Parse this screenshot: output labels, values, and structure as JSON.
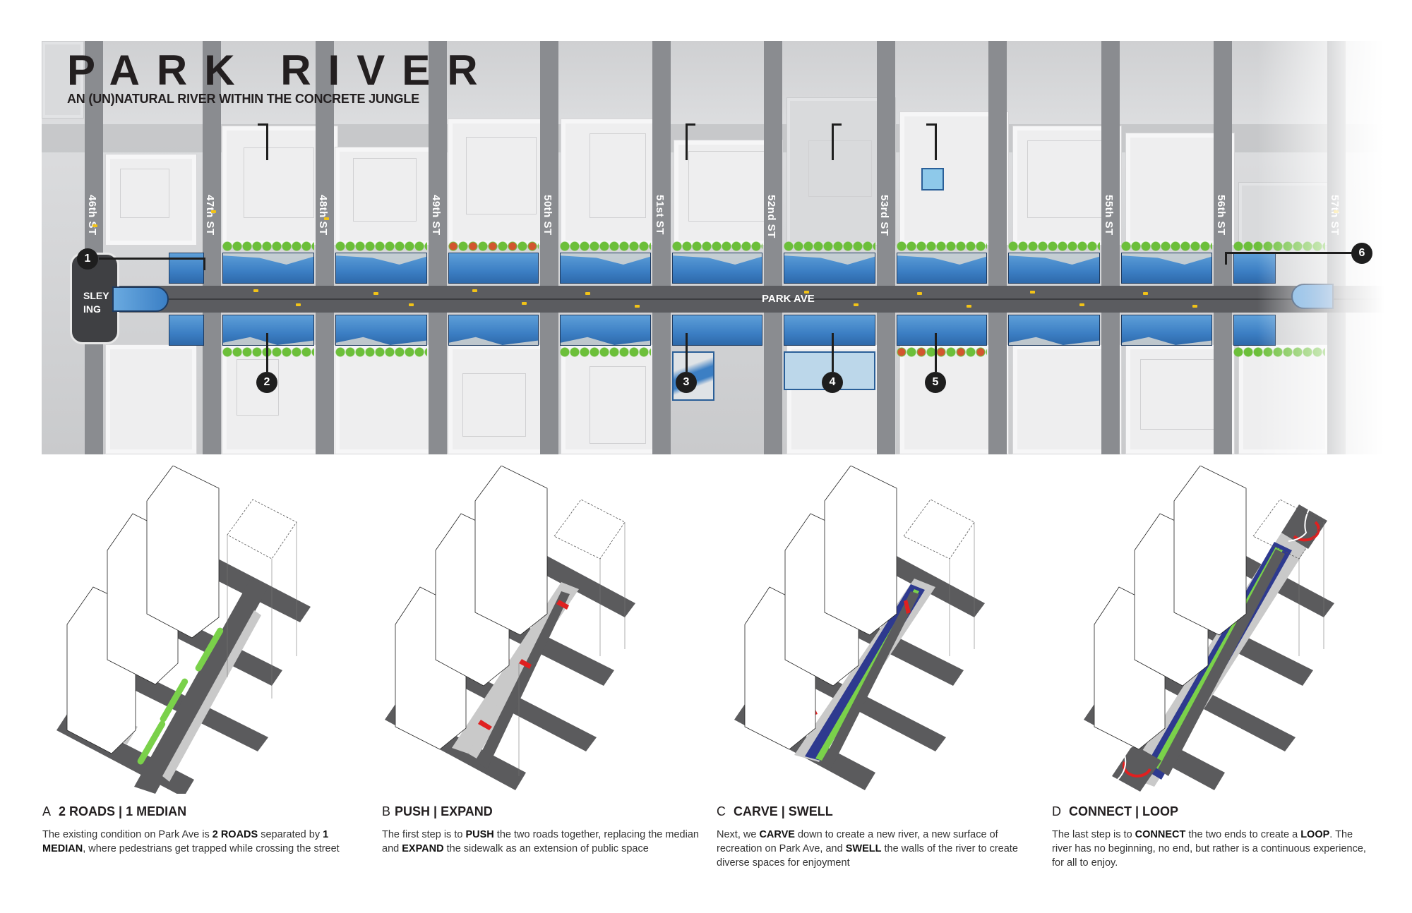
{
  "header": {
    "title": "PARK RIVER",
    "subtitle": "AN (UN)NATURAL RIVER WITHIN THE CONCRETE JUNGLE"
  },
  "map": {
    "avenue_label": "PARK AVE",
    "side_building_label": [
      "SLEY",
      "ING"
    ],
    "streets": [
      "46th ST",
      "47th ST",
      "48th ST",
      "49th ST",
      "50th ST",
      "51st ST",
      "52nd ST",
      "53rd ST",
      "",
      "55th ST",
      "56th ST",
      "57th ST"
    ],
    "markers": [
      "1",
      "2",
      "3",
      "4",
      "5",
      "6"
    ],
    "colors": {
      "river": "#3c7fc4",
      "road": "#5b5c60",
      "trees": "#6cbf3a",
      "accent_trees": "#d2562f",
      "taxi": "#f2c317",
      "marker": "#1e1e1e"
    }
  },
  "steps": [
    {
      "letter": "A",
      "title": "2 ROADS | 1 MEDIAN",
      "body": [
        {
          "t": "The existing condition on Park Ave is "
        },
        {
          "t": "2 ROADS",
          "b": true
        },
        {
          "t": " separated by "
        },
        {
          "t": "1 MEDIAN",
          "b": true
        },
        {
          "t": ", where pedestrians get trapped while crossing the street"
        }
      ]
    },
    {
      "letter": "B",
      "title": "PUSH | EXPAND",
      "body": [
        {
          "t": "The first step is to "
        },
        {
          "t": "PUSH",
          "b": true
        },
        {
          "t": " the two roads together, replacing the median and "
        },
        {
          "t": "EXPAND",
          "b": true
        },
        {
          "t": " the sidewalk as an extension of public space"
        }
      ]
    },
    {
      "letter": "C",
      "title": "CARVE | SWELL",
      "body": [
        {
          "t": "Next, we "
        },
        {
          "t": "CARVE",
          "b": true
        },
        {
          "t": " down to create a new river, a new surface of recreation on Park Ave, and "
        },
        {
          "t": "SWELL",
          "b": true
        },
        {
          "t": " the walls of the river to create diverse spaces for enjoyment"
        }
      ]
    },
    {
      "letter": "D",
      "title": "CONNECT | LOOP",
      "body": [
        {
          "t": "The last step is to "
        },
        {
          "t": "CONNECT",
          "b": true
        },
        {
          "t": " the two ends to create a "
        },
        {
          "t": "LOOP",
          "b": true
        },
        {
          "t": ". The river has no beginning, no end, but rather is a continuous experience, for all to enjoy."
        }
      ]
    }
  ]
}
